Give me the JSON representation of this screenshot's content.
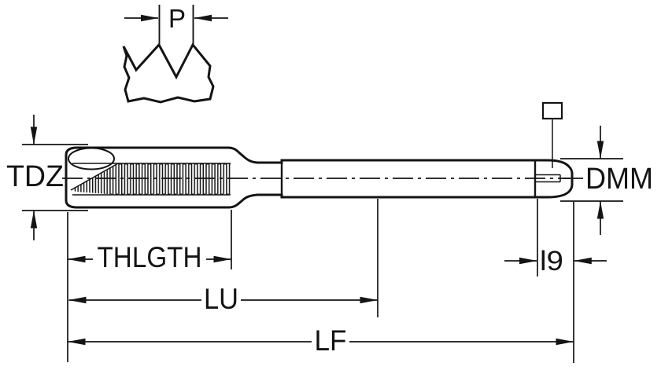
{
  "labels": {
    "p": "P",
    "tdz": "TDZ",
    "dmm": "DMM",
    "thlgth": "THLGTH",
    "lu": "LU",
    "lf": "LF",
    "l9": "l9"
  },
  "colors": {
    "background": "#ffffff",
    "body_fill": "#d9d9d9",
    "line": "#141414"
  }
}
